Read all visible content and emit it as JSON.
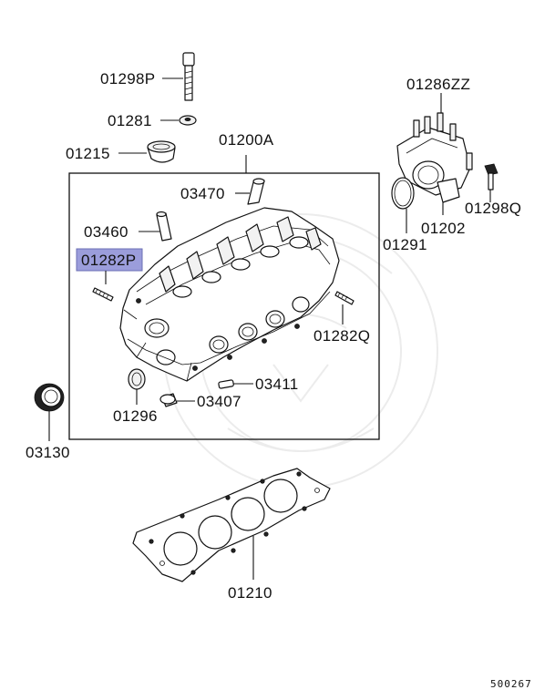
{
  "diagram": {
    "assembly_label": "01200A",
    "highlight_color": "#9b9ddb",
    "ref_code": "500267",
    "labels": {
      "p01298P": "01298P",
      "p01281": "01281",
      "p01215": "01215",
      "p01200A": "01200A",
      "p03470": "03470",
      "p03460": "03460",
      "p01282P": "01282P",
      "p01282Q": "01282Q",
      "p03411": "03411",
      "p03407": "03407",
      "p01296": "01296",
      "p03130": "03130",
      "p01286ZZ": "01286ZZ",
      "p01298Q": "01298Q",
      "p01202": "01202",
      "p01291": "01291",
      "p01210": "01210"
    }
  }
}
